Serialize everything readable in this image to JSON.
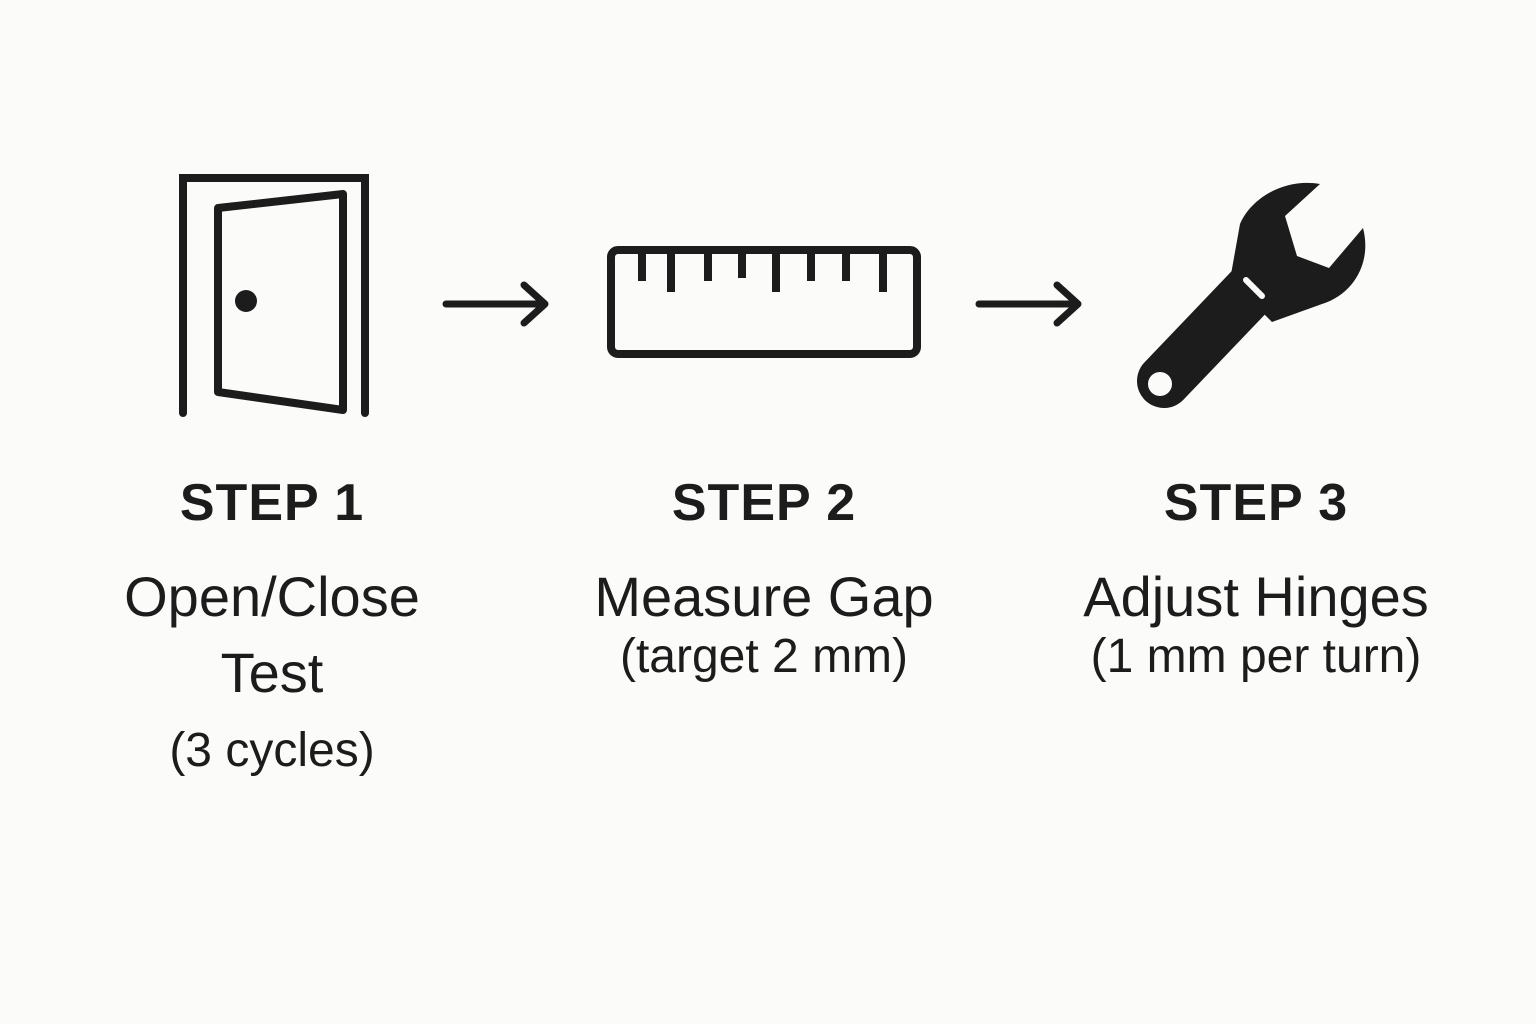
{
  "colors": {
    "background": "#fbfbf9",
    "ink": "#1c1c1c"
  },
  "steps": [
    {
      "label": "STEP 1",
      "title": "Open/Close Test",
      "detail": "(3 cycles)",
      "icon": "door-icon"
    },
    {
      "label": "STEP 2",
      "title": "Measure Gap",
      "detail": "(target 2 mm)",
      "icon": "ruler-icon"
    },
    {
      "label": "STEP 3",
      "title": "Adjust Hinges",
      "detail": "(1 mm per turn)",
      "icon": "wrench-icon"
    }
  ],
  "connectors": [
    "arrow-right-icon",
    "arrow-right-icon"
  ]
}
